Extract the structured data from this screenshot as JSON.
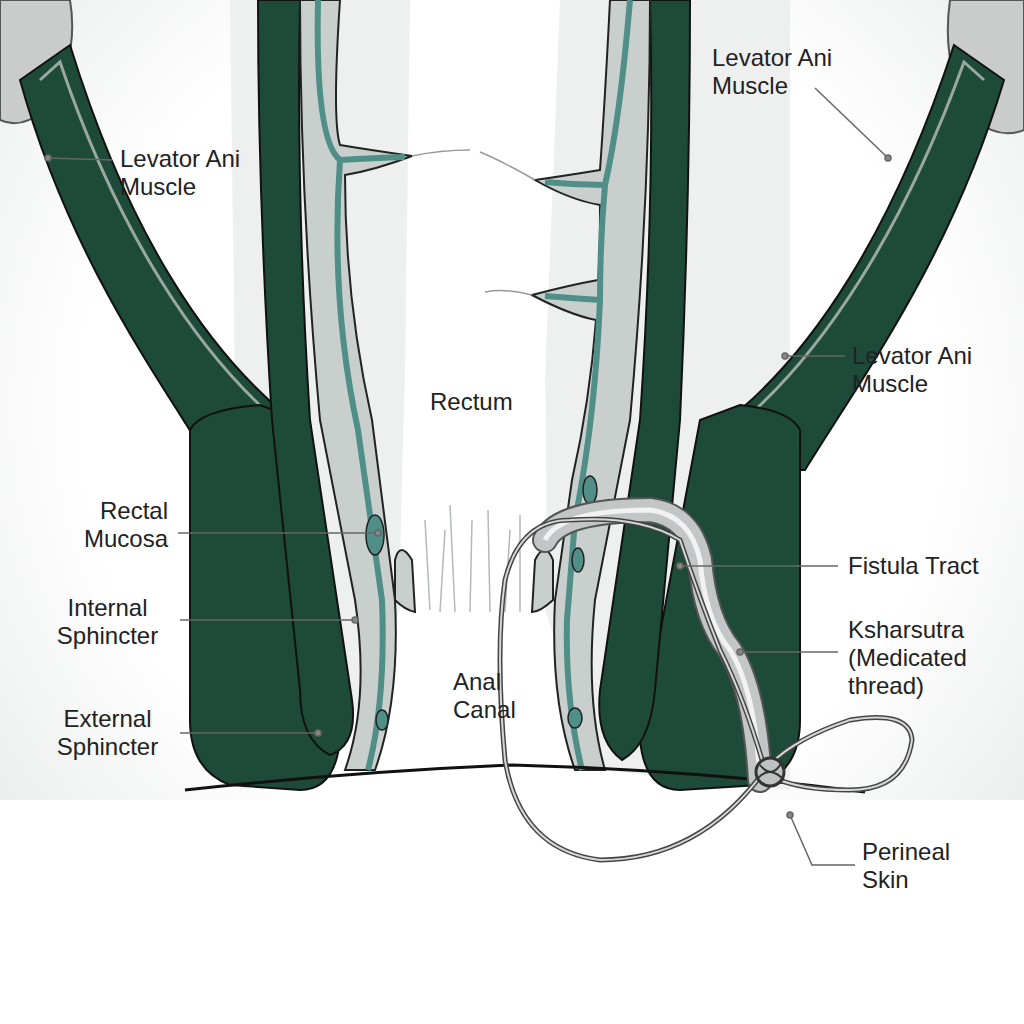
{
  "diagram": {
    "labels": [
      "Levator Ani Muscle",
      "Levator Ani Muscle",
      "Levator Ani Muscle",
      "Rectum",
      "Rectal Mucosa",
      "Internal Sphincter",
      "External Sphincter",
      "Anal Canal",
      "Fistula Tract",
      "Ksharsutra (Medicated thread)",
      "Perineal Skin"
    ]
  }
}
